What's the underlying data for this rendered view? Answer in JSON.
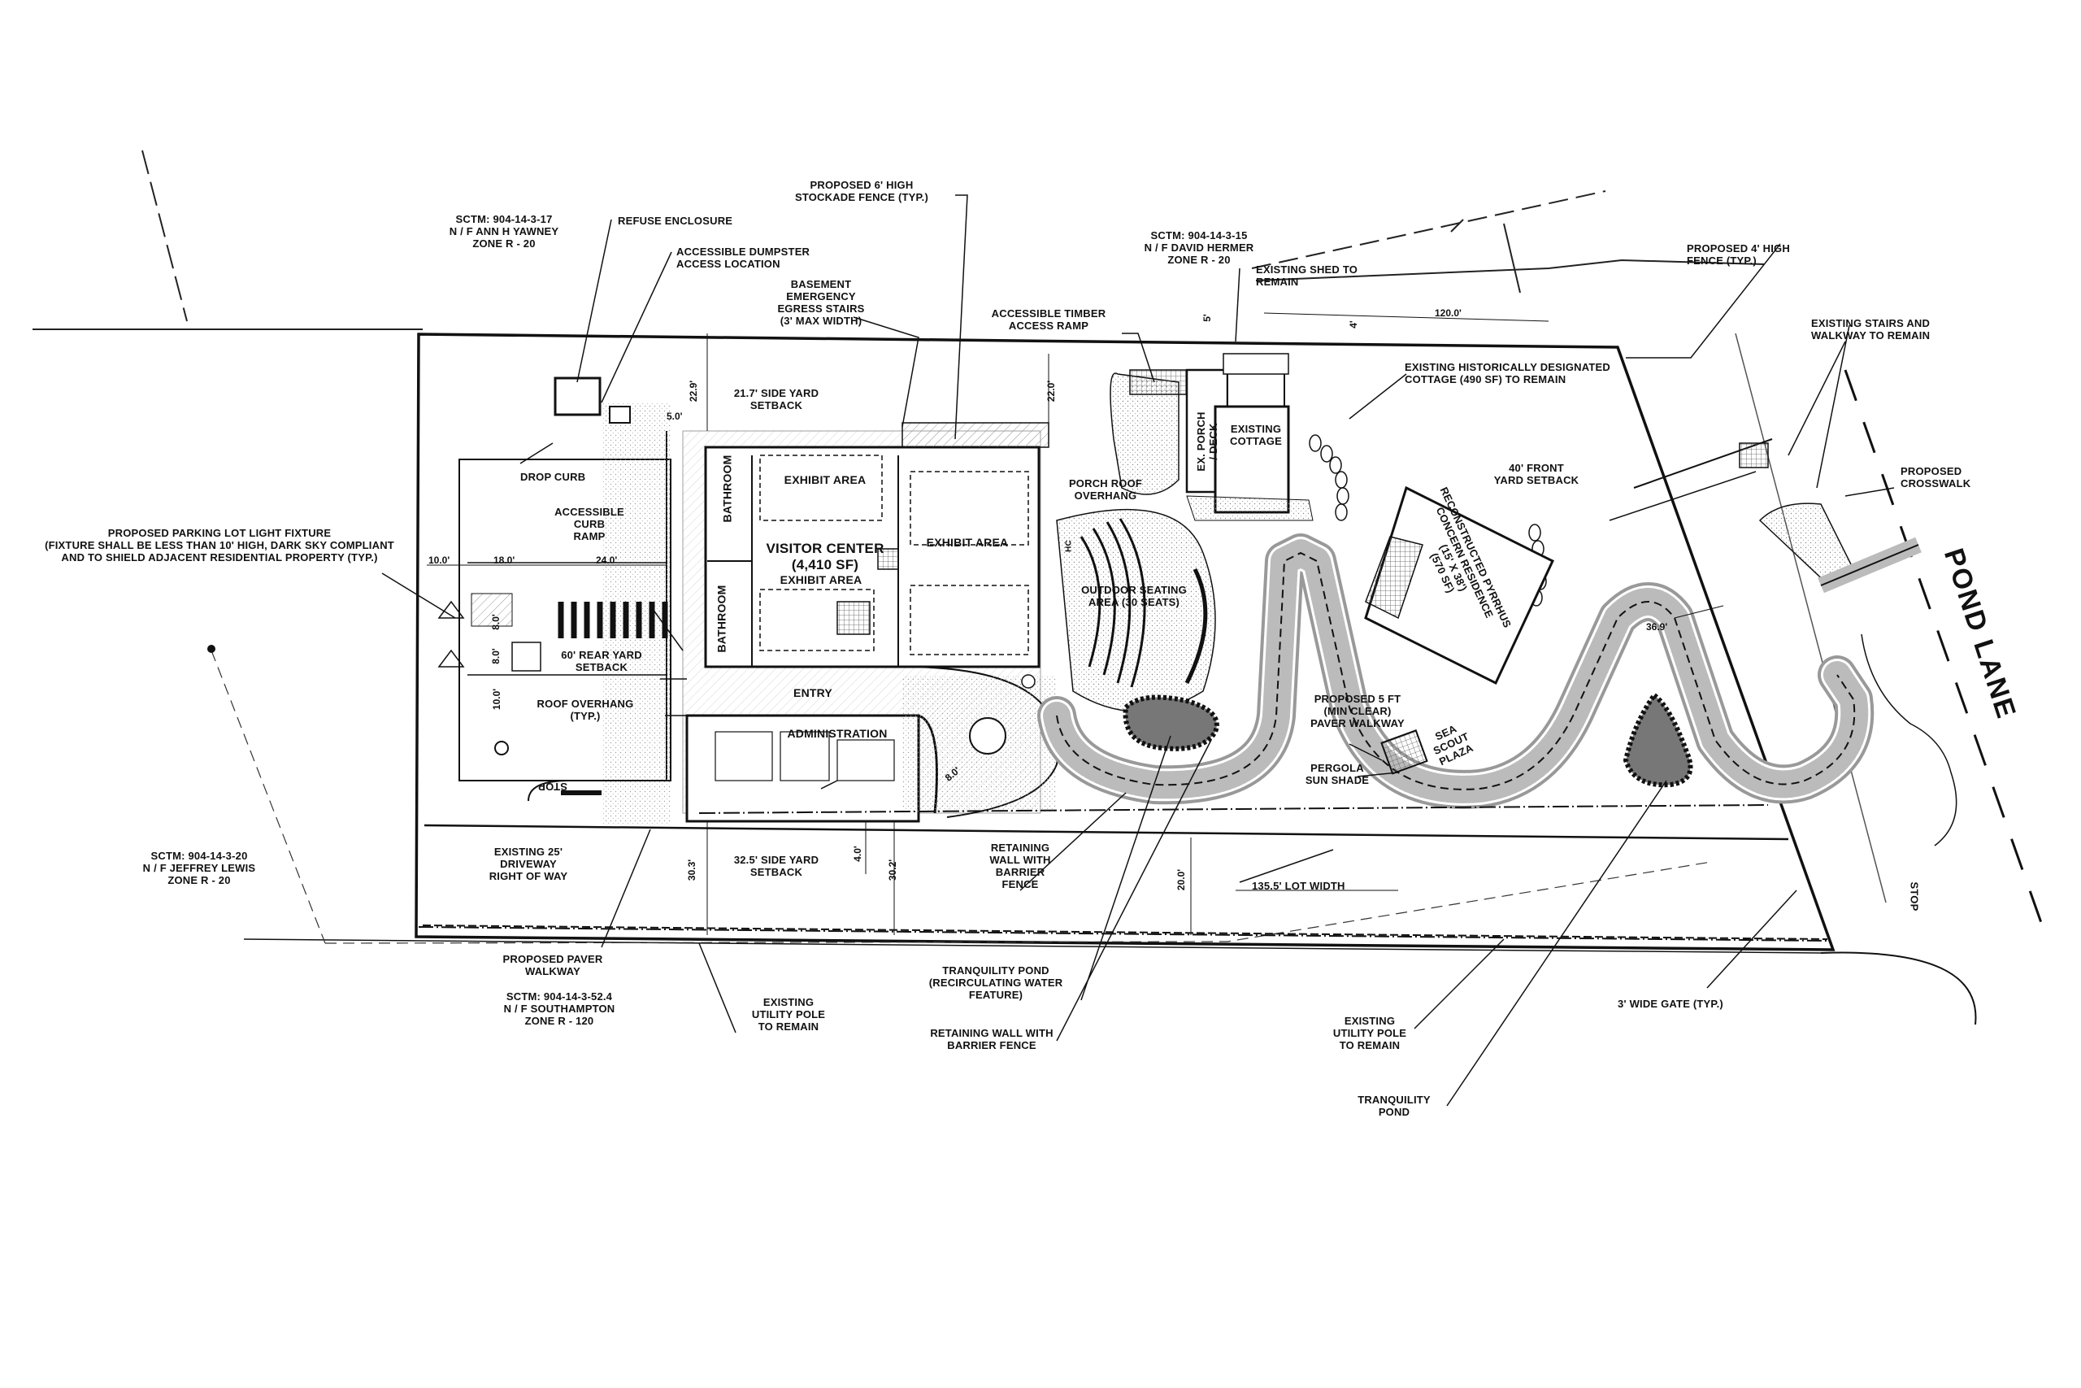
{
  "labels": {
    "sctm_yawney": "SCTM: 904-14-3-17\nN / F ANN H YAWNEY\nZONE R - 20",
    "refuse": "REFUSE ENCLOSURE",
    "dumpster": "ACCESSIBLE DUMPSTER\nACCESS LOCATION",
    "fence6": "PROPOSED 6' HIGH\nSTOCKADE FENCE (TYP.)",
    "basement": "BASEMENT\nEMERGENCY\nEGRESS STAIRS\n(3' MAX WIDTH)",
    "timber": "ACCESSIBLE TIMBER\nACCESS RAMP",
    "sctm_hermer": "SCTM: 904-14-3-15\nN / F DAVID HERMER\nZONE R - 20",
    "shed": "EXISTING SHED TO\nREMAIN",
    "fence4": "PROPOSED 4' HIGH\nFENCE (TYP.)",
    "stairs_walk": "EXISTING STAIRS AND\nWALKWAY TO REMAIN",
    "hist_cottage": "EXISTING HISTORICALLY DESIGNATED\nCOTTAGE (490 SF) TO REMAIN",
    "side_setback_217": "21.7' SIDE YARD\nSETBACK",
    "drop_curb": "DROP CURB",
    "parking_light": "PROPOSED PARKING LOT LIGHT FIXTURE\n(FIXTURE SHALL BE LESS THAN 10' HIGH, DARK SKY COMPLIANT\nAND TO SHIELD ADJACENT RESIDENTIAL PROPERTY (TYP.)",
    "curb_ramp": "ACCESSIBLE\nCURB\nRAMP",
    "rear_setback": "60' REAR YARD\nSETBACK",
    "roof_overhang": "ROOF OVERHANG\n(TYP.)",
    "bathroom": "BATHROOM",
    "exhibit_area": "EXHIBIT AREA",
    "visitor_center": "VISITOR CENTER\n(4,410 SF)",
    "entry": "ENTRY",
    "administration": "ADMINISTRATION",
    "porch_roof": "PORCH ROOF\nOVERHANG",
    "ex_porch": "EX. PORCH\n/ DECK",
    "existing_cottage": "EXISTING\nCOTTAGE",
    "front_setback": "40' FRONT\nYARD SETBACK",
    "reconstructed": "RECONSTRUCTED PYRRHUS\nCONCERN RESIDENCE\n(15' X 38')\n(570 SF)",
    "proposed_crosswalk": "PROPOSED\nCROSSWALK",
    "pond_lane": "POND LANE",
    "outdoor_seating": "OUTDOOR SEATING\nAREA (30 SEATS)",
    "paver_5ft": "PROPOSED 5 FT\n(MIN CLEAR)\nPAVER WALKWAY",
    "sea_scout": "SEA\nSCOUT\nPLAZA",
    "pergola": "PERGOLA\nSUN SHADE",
    "ex_driveway": "EXISTING 25'\nDRIVEWAY\nRIGHT OF WAY",
    "sctm_lewis": "SCTM: 904-14-3-20\nN / F JEFFREY LEWIS\nZONE R - 20",
    "side_setback_325": "32.5' SIDE YARD\nSETBACK",
    "retaining_1": "RETAINING\nWALL WITH\nBARRIER\nFENCE",
    "lot_width": "135.5' LOT WIDTH",
    "paver_walkway": "PROPOSED PAVER\nWALKWAY",
    "sctm_southampton": "SCTM: 904-14-3-52.4\nN / F SOUTHAMPTON\nZONE R - 120",
    "utility_pole_1": "EXISTING\nUTILITY POLE\nTO REMAIN",
    "tranq_pond_1": "TRANQUILITY POND\n(RECIRCULATING WATER FEATURE)",
    "retaining_2": "RETAINING WALL WITH\nBARRIER FENCE",
    "utility_pole_2": "EXISTING\nUTILITY POLE\nTO REMAIN",
    "tranq_pond_2": "TRANQUILITY\nPOND",
    "wide_gate": "3' WIDE GATE (TYP.)",
    "stop": "STOP",
    "hc": "HC"
  },
  "dims": {
    "d120": "120.0'",
    "d5": "5'",
    "d4": "4'",
    "d229": "22.9'",
    "d50": "5.0'",
    "d220": "22.0'",
    "d100": "10.0'",
    "d180": "18.0'",
    "d240": "24.0'",
    "d80a": "8.0'",
    "d80b": "8.0'",
    "d107": "10.0'",
    "d303": "30.3'",
    "d302": "30.2'",
    "d40": "4.0'",
    "d200": "20.0'",
    "d369": "36.9'",
    "d80c": "8.0'"
  }
}
